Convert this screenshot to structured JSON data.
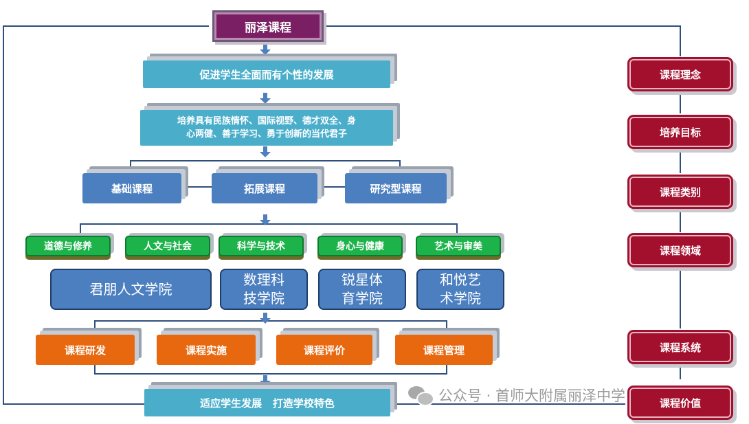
{
  "title": "丽泽课程",
  "goal1": "促进学生全面而有个性的发展",
  "goal2_line1": "培养具有民族情怀、国际视野、德才双全、身",
  "goal2_line2": "心两健、善于学习、勇于创新的当代君子",
  "categories": [
    "基础课程",
    "拓展课程",
    "研究型课程"
  ],
  "domains": [
    "道德与修养",
    "人文与社会",
    "科学与技术",
    "身心与健康",
    "艺术与审美"
  ],
  "colleges": [
    {
      "line1": "君朋人文学院",
      "line2": ""
    },
    {
      "line1": "数理科",
      "line2": "技学院"
    },
    {
      "line1": "锐星体",
      "line2": "育学院"
    },
    {
      "line1": "和悦艺",
      "line2": "术学院"
    }
  ],
  "system": [
    "课程研发",
    "课程实施",
    "课程评价",
    "课程管理"
  ],
  "bottom": "适应学生发展   打造学校特色",
  "side_labels": [
    "课程理念",
    "培养目标",
    "课程类别",
    "课程领域",
    "课程系统",
    "课程价值"
  ],
  "watermark": "公众号 · 首师大附属丽泽中学",
  "colors": {
    "purple": "#7a1f63",
    "teal": "#4aaecb",
    "blue": "#4b7fc0",
    "green": "#1db34b",
    "orange": "#e8680f",
    "red": "#a3102e",
    "line": "#2d4f7c"
  }
}
